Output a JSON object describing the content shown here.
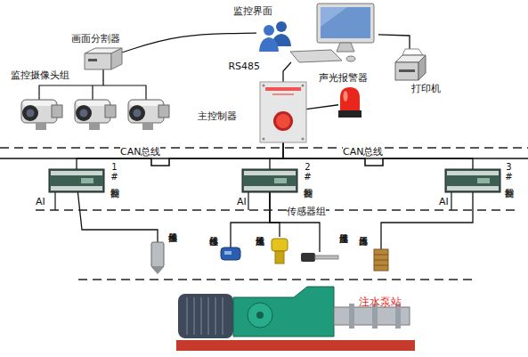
{
  "diagram": {
    "nodes": [
      {
        "text": [
          "画面分割器"
        ]
      },
      {
        "text": [
          "监控摄像头组"
        ]
      },
      {
        "text": [
          "监控界面"
        ]
      },
      {
        "text": [
          "打印机"
        ]
      },
      {
        "text": [
          "主控制器"
        ]
      },
      {
        "text": [
          "声光报警器"
        ]
      },
      {
        "text": [
          "1#控制器"
        ]
      },
      {
        "text": [
          "2#控制器"
        ]
      },
      {
        "text": [
          "3#控制器"
        ]
      },
      {
        "text": [
          "振动传感器"
        ]
      },
      {
        "text": [
          "位移传感器"
        ]
      },
      {
        "text": [
          "流量传感器"
        ]
      },
      {
        "text": [
          "温度传感器"
        ]
      },
      {
        "text": [
          "压力传感器"
        ]
      },
      {
        "text": [
          "注水泵站"
        ]
      }
    ],
    "edges": [
      {
        "from": 0,
        "to": 1,
        "arrow": "none"
      },
      {
        "from": 0,
        "to": 2,
        "arrow": "none"
      },
      {
        "from": 2,
        "to": 3,
        "arrow": "none"
      },
      {
        "from": 4,
        "to": 2,
        "label": "RS485",
        "arrow": "none"
      },
      {
        "from": 4,
        "to": 5,
        "arrow": "none"
      },
      {
        "from": 4,
        "to": 6,
        "arrow": "none"
      },
      {
        "from": 4,
        "to": 7,
        "arrow": "none"
      },
      {
        "from": 4,
        "to": 8,
        "arrow": "none"
      },
      {
        "from": 6,
        "to": 9,
        "arrow": "none"
      },
      {
        "from": 7,
        "to": 10,
        "arrow": "none"
      },
      {
        "from": 7,
        "to": 11,
        "arrow": "none"
      },
      {
        "from": 7,
        "to": 12,
        "arrow": "none"
      },
      {
        "from": 8,
        "to": 13,
        "arrow": "none"
      }
    ],
    "labels": [
      "CAN总线",
      "CAN总线",
      "AI",
      "AI",
      "AI",
      "传感器组"
    ]
  }
}
